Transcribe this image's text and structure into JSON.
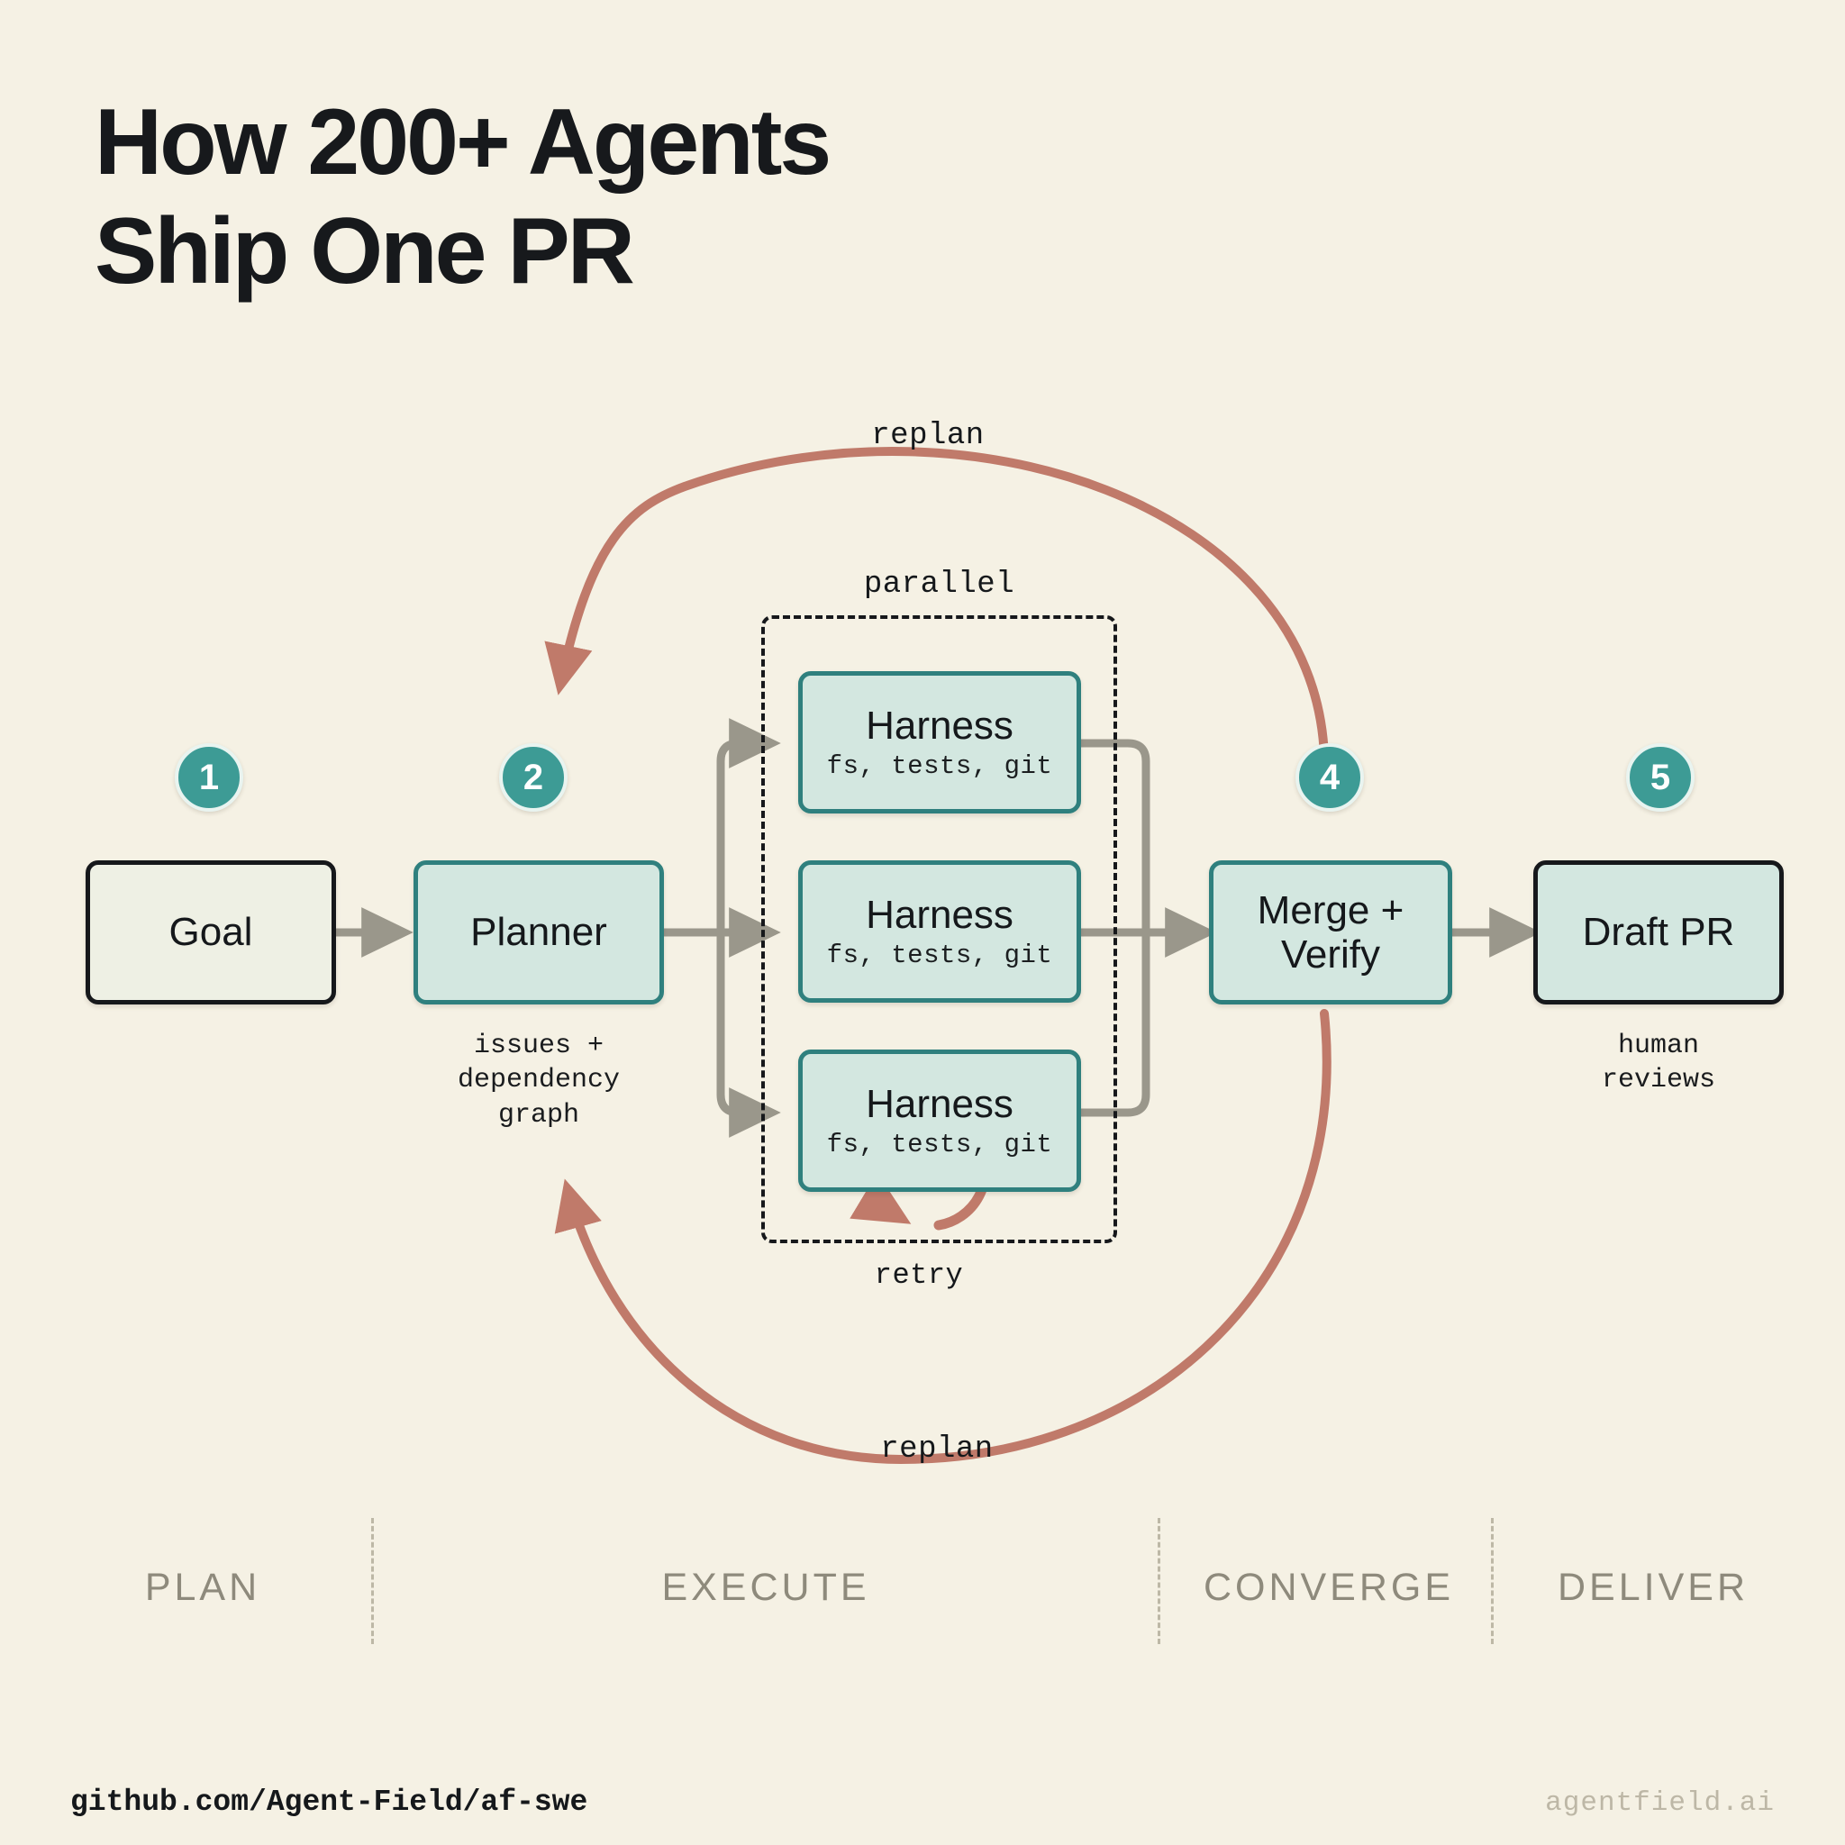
{
  "title": "How 200+ Agents\nShip One PR",
  "colors": {
    "background": "#f5f1e4",
    "ink": "#15181b",
    "teal_accent": "#3d9b95",
    "teal_border": "#2f807e",
    "teal_fill": "#d3e7e0",
    "cream_fill": "#eef0e4",
    "loop_red": "#c07a6a",
    "flow_gray": "#9a978b",
    "phase_gray": "#8e8a7c"
  },
  "nodes": {
    "goal": {
      "label": "Goal",
      "badge": "1"
    },
    "planner": {
      "label": "Planner",
      "badge": "2",
      "caption": "issues +\ndependency\ngraph"
    },
    "harness_1": {
      "label": "Harness",
      "sub": "fs, tests, git"
    },
    "harness_2": {
      "label": "Harness",
      "sub": "fs, tests, git"
    },
    "harness_3": {
      "label": "Harness",
      "sub": "fs, tests, git"
    },
    "merge": {
      "label": "Merge +\nVerify",
      "badge": "4"
    },
    "draft_pr": {
      "label": "Draft PR",
      "badge": "5",
      "caption": "human\nreviews"
    }
  },
  "annotations": {
    "replan_top": "replan",
    "replan_bottom": "replan",
    "parallel": "parallel",
    "retry": "retry"
  },
  "phases": [
    {
      "label": "PLAN"
    },
    {
      "label": "EXECUTE"
    },
    {
      "label": "CONVERGE"
    },
    {
      "label": "DELIVER"
    }
  ],
  "footer": {
    "repo": "github.com/Agent-Field/af-swe",
    "site": "agentfield.ai"
  }
}
